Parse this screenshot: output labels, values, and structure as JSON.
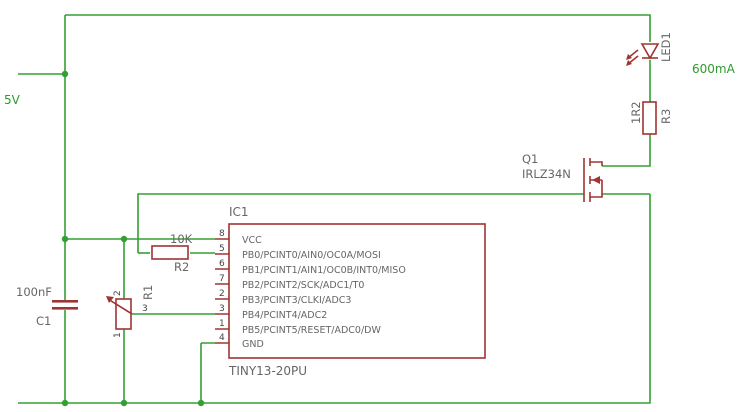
{
  "net_labels": {
    "supply": "5V",
    "current": "600mA"
  },
  "components": {
    "ic": {
      "name": "IC1",
      "value": "TINY13-20PU",
      "pins": [
        {
          "number": "8",
          "label": "VCC"
        },
        {
          "number": "5",
          "label": "PB0/PCINT0/AIN0/OC0A/MOSI"
        },
        {
          "number": "6",
          "label": "PB1/PCINT1/AIN1/OC0B/INT0/MISO"
        },
        {
          "number": "7",
          "label": "PB2/PCINT2/SCK/ADC1/T0"
        },
        {
          "number": "2",
          "label": "PB3/PCINT3/CLKI/ADC3"
        },
        {
          "number": "3",
          "label": "PB4/PCINT4/ADC2"
        },
        {
          "number": "1",
          "label": "PB5/PCINT5/RESET/ADC0/DW"
        },
        {
          "number": "4",
          "label": "GND"
        }
      ]
    },
    "c1": {
      "name": "C1",
      "value": "100nF"
    },
    "r1": {
      "name": "R1",
      "pin_1": "1",
      "pin_2": "2",
      "pin_3": "3"
    },
    "r2": {
      "name": "R2",
      "value": "10K"
    },
    "r3": {
      "name": "R3",
      "value": "1R2"
    },
    "q1": {
      "name": "Q1",
      "value": "IRLZ34N"
    },
    "led1": {
      "name": "LED1"
    }
  }
}
